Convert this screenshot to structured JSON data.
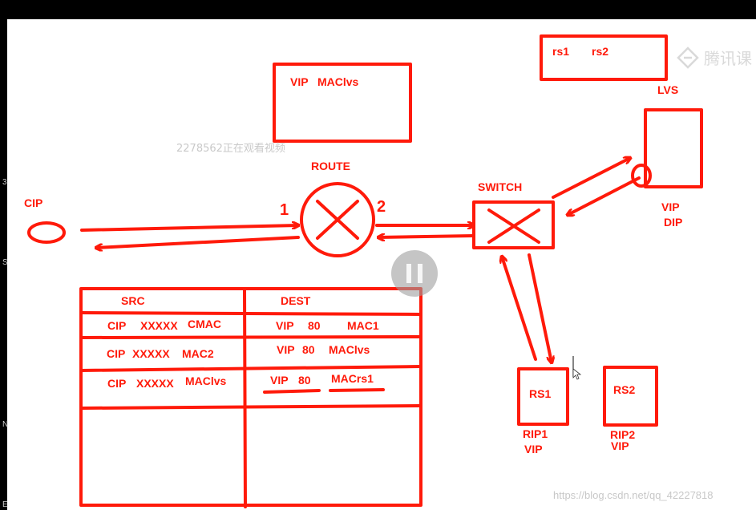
{
  "colors": {
    "ink": "#ff1a0a",
    "frame": "#000000",
    "pause_button": "#9e9e9e"
  },
  "gutter": [
    "3",
    "S",
    "N",
    "E"
  ],
  "labels": {
    "cip": "CIP",
    "route": "ROUTE",
    "route_port_1": "1",
    "route_port_2": "2",
    "switch": "SWITCH",
    "lvs": "LVS",
    "lvs_vip": "VIP",
    "lvs_dip": "DIP",
    "rs1": "RS1",
    "rs1_rip": "RIP1",
    "rs1_vip": "VIP",
    "rs2": "RS2",
    "rs2_rip": "RIP2",
    "rs2_vip": "VIP"
  },
  "route_box": {
    "vip": "VIP",
    "mac": "MAClvs"
  },
  "lvs_box": {
    "rs1": "rs1",
    "rs2": "rs2"
  },
  "table": {
    "headers": [
      "SRC",
      "DEST"
    ],
    "rows": [
      {
        "src_ip": "CIP",
        "src_port": "XXXXX",
        "src_mac": "CMAC",
        "dst_ip": "VIP",
        "dst_port": "80",
        "dst_mac": "MAC1"
      },
      {
        "src_ip": "CIP",
        "src_port": "XXXXX",
        "src_mac": "MAC2",
        "dst_ip": "VIP",
        "dst_port": "80",
        "dst_mac": "MAClvs"
      },
      {
        "src_ip": "CIP",
        "src_port": "XXXXX",
        "src_mac": "MAClvs",
        "dst_ip": "VIP",
        "dst_port": "80",
        "dst_mac": "MACrs1"
      }
    ]
  },
  "overlays": {
    "viewer_notice": "2278562正在观看视频",
    "corner_watermark": "腾讯课",
    "source_url": "https://blog.csdn.net/qq_42227818"
  }
}
